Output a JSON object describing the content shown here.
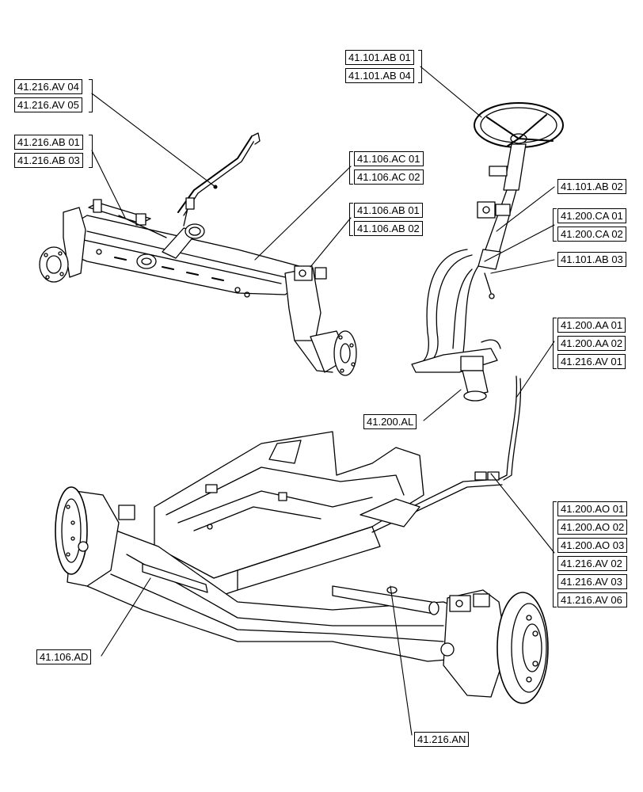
{
  "callouts": {
    "steer_wheel": [
      "41.101.AB 01",
      "41.101.AB 04"
    ],
    "tie_rod_av": [
      "41.216.AV 04",
      "41.216.AV 05"
    ],
    "tie_rod_ab": [
      "41.216.AB 01",
      "41.216.AB 03"
    ],
    "axle_ac": [
      "41.106.AC 01",
      "41.106.AC 02"
    ],
    "axle_ab": [
      "41.106.AB 01",
      "41.106.AB 02"
    ],
    "column_ab02": [
      "41.101.AB 02"
    ],
    "column_ca": [
      "41.200.CA 01",
      "41.200.CA 02"
    ],
    "column_ab03": [
      "41.101.AB 03"
    ],
    "hoses_aa": [
      "41.200.AA 01",
      "41.200.AA 02",
      "41.216.AV 01"
    ],
    "orbitrol_al": [
      "41.200.AL"
    ],
    "lines_ao": [
      "41.200.AO 01",
      "41.200.AO 02",
      "41.200.AO 03",
      "41.216.AV 02",
      "41.216.AV 03",
      "41.216.AV 06"
    ],
    "axle_ad": [
      "41.106.AD"
    ],
    "cylinder_an": [
      "41.216.AN"
    ]
  }
}
